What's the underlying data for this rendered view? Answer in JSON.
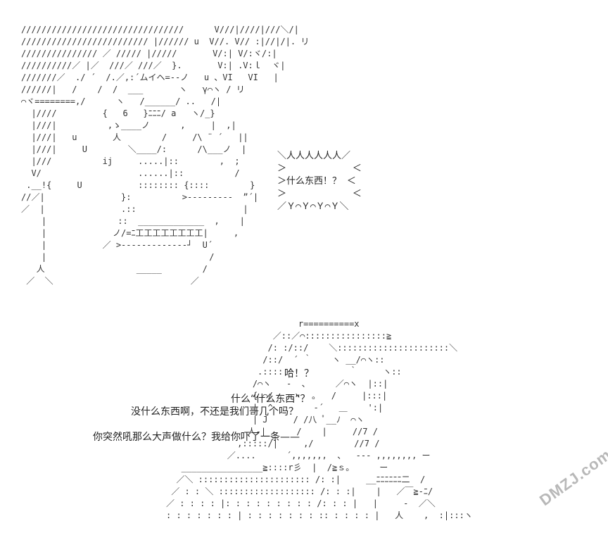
{
  "art_top": "////////////////////////////////      V///|////|///＼/|\n///////////////////////// |////// u  V//. V// :|//|/|. リ\n/////////////// ／ ///// |/////       V/:| V/:ヾ/:|\n//////////／ |／  ///／ ///／  }.       V:| .V:ｌ  ヾ|\n///////／  ./ ´  /.／,:´ムイヘ=--ノ   u 、VI   VI   |\n//////|   /    /  /  ___       ヽ   γ⌒ヽ / リ\n⌒ヾ========,/      ヽ   /______/ ..   /|\n  |////         {   6   }ﾆﾆﾆ/ a   ヽ/_}\n  |///|          ,ゝ____ノ      ,     |  ,|\n  |///|   u       人        /     /\\ ¨ ´   ||\n  |///|     U        ＼____/:      /\\___ノ  |\n  |///          ij     .....|::        ,  ;\n  V/                   ......|::          /\n .__!{     U           :::::::: {::::        }\n//／|               }:          >---------  ”´|\n／  |               .::                     |\n    |              ::  _____________  ,    |\n    |             ノ/=ﾆ工工工工工工工工|     ,\n    |           ／ >-------------┘  U´\n    |                                /\n   人                  _____        /\n ／  ＼                           ／",
  "art_bottom": "                          r==========x\n                     ／::／⌒::::::::::::::::≧\n                    /: :/::/    ＼::::::::::::::::::::::＼\n                   /::/  ´ ｀    ヽ __/⌒ヽ::\n                  .::::             ｀     ヽ::\n                 /⌒ヽ   ‐  、     ／⌒ヽ  |::|\n                 { ⌒/    ヽ  ｡   /     |:::|\n                 |  ^        ‐´   ＿    ':|\n                 | J     / /八 ﾟ__ﾉ  ⌒ヽ\n                人-|      /    |     //7 /\n              ,:::::/|     ,/        //7 /\n            ／....      ´,,,,,,,  、  --- ,,,,,,,, ー\n   ________________≧::::r彡  |  /≧ｓ。     ー\n  ／＼ :::::::::::::::::::::: /: :|     __ﾆﾆﾆﾆﾆﾆ二  /\n ／ : : ＼ ::::::::::::::::::: /: : :|    |   ／￣≧-ﾆ/\n／ : : : : |: : : : : : : : : /: : : |   |     -  ／＼\n: : : : : : : | : : : : : : : :: : : : : |   人    ,  :|:::ヽ",
  "bubble": "＼人人人人人人／\n＞            ＜\n＞什么东西！？ ＜\n＞            ＜\n／Ｙ⌒Ｙ⌒Ｙ⌒Ｙ＼",
  "dialogue": {
    "line1": "哈！？",
    "line2": "什么“什么东西”？",
    "line3": "没什么东西啊，不还是我们哥几个吗？",
    "line4": "你突然吼那么大声做什么？我给你吓了一条——"
  },
  "watermark": "DMZJ.com"
}
